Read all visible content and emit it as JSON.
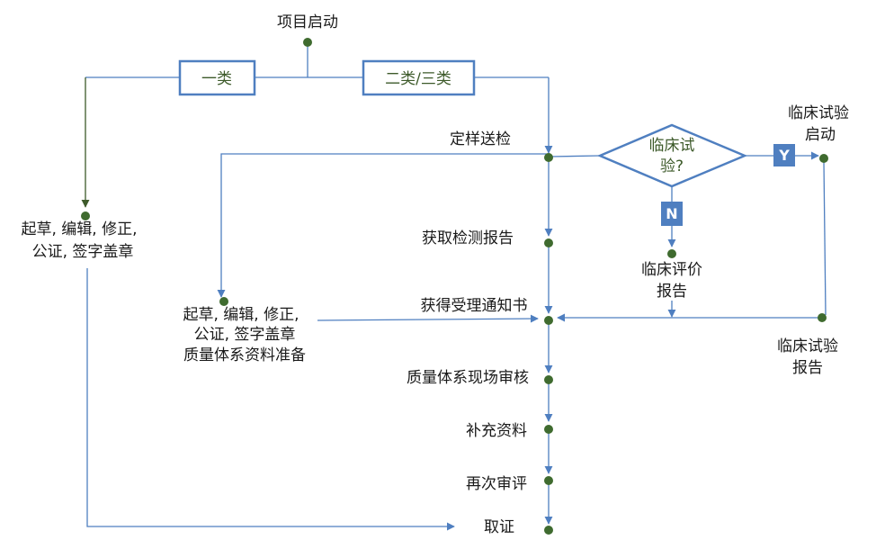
{
  "colors": {
    "flow_line": "#4f7fc0",
    "box_border": "#4f7fc0",
    "node_dot": "#3f6b2f",
    "box_text": "#3d5a2a",
    "tag_fill": "#4f7fc0"
  },
  "diagram": {
    "start": "项目启动",
    "class1": "一类",
    "class23": "二类/三类",
    "left_branch": {
      "line1": "起草, 编辑, 修正,",
      "line2": "公证, 签字盖章"
    },
    "sample_submit": "定样送检",
    "decision": {
      "line1": "临床试",
      "line2": "验?",
      "yes": "Y",
      "no": "N"
    },
    "clinical_start": {
      "line1": "临床试验",
      "line2": "启动"
    },
    "get_test_report": "获取检测报告",
    "clinical_eval": {
      "line1": "临床评价",
      "line2": "报告"
    },
    "mid_branch": {
      "line1": "起草, 编辑, 修正,",
      "line2": "公证, 签字盖章",
      "line3": "质量体系资料准备"
    },
    "acceptance_notice": "获得受理通知书",
    "clinical_report": {
      "line1": "临床试验",
      "line2": "报告"
    },
    "qms_audit": "质量体系现场审核",
    "supplement": "补充资料",
    "re_review": "再次审评",
    "certificate": "取证"
  }
}
